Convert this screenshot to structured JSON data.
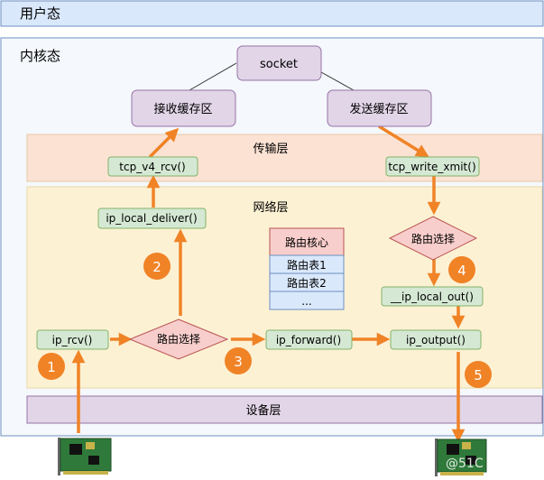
{
  "layers": {
    "user": "用户态",
    "kernel": "内核态",
    "transport": "传输层",
    "network": "网络层",
    "device": "设备层"
  },
  "nodes": {
    "socket": "socket",
    "recv_buffer": "接收缓存区",
    "send_buffer": "发送缓存区",
    "tcp_v4_rcv": "tcp_v4_rcv()",
    "tcp_write_xmit": "tcp_write_xmit()",
    "ip_local_deliver": "ip_local_deliver()",
    "route_select_right": "路由选择",
    "ip_local_out": "__ip_local_out()",
    "ip_rcv": "ip_rcv()",
    "route_select_mid": "路由选择",
    "ip_forward": "ip_forward()",
    "ip_output": "ip_output()"
  },
  "route_table": {
    "header": "路由核心",
    "rows": [
      "路由表1",
      "路由表2",
      "..."
    ]
  },
  "steps": [
    "1",
    "2",
    "3",
    "4",
    "5"
  ],
  "watermark": "@51C",
  "colors": {
    "arrow": "#f08326",
    "step_circle": "#f08326",
    "node_fill": "#d5e8d4",
    "node_stroke": "#82b366",
    "socket_fill": "#e1d5e7",
    "socket_stroke": "#9673a6",
    "diamond_fill": "#f8cecc",
    "diamond_stroke": "#b85450",
    "table_row_fill": "#dae8fc",
    "table_row_stroke": "#6c8ebf",
    "user_bg": "#dae8fc",
    "kernel_bg": "#f5f8fc",
    "transport_bg": "#fbe2d3",
    "network_bg": "#fdf1d4"
  }
}
